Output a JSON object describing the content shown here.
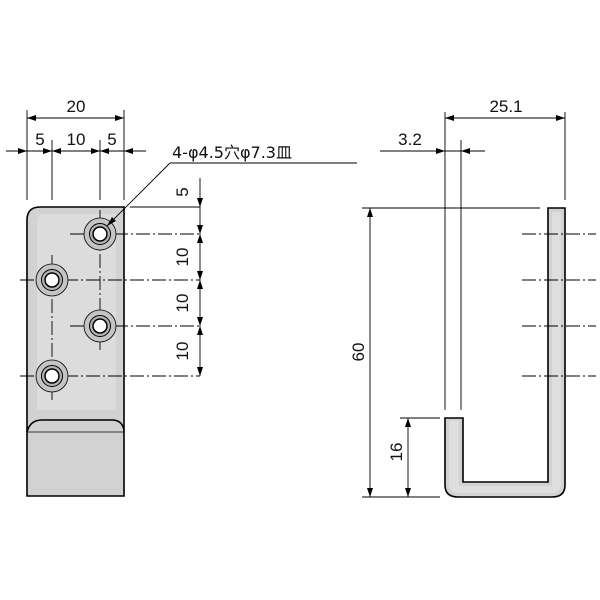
{
  "front_view": {
    "dims": {
      "width_total": "20",
      "seg_left": "5",
      "seg_mid": "10",
      "seg_right": "5",
      "pitch_top": "5",
      "pitch_1": "10",
      "pitch_2": "10",
      "pitch_3": "10"
    },
    "hole_note": "4-φ4.5穴φ7.3皿"
  },
  "side_view": {
    "dims": {
      "depth": "25.1",
      "thickness": "3.2",
      "height": "60",
      "lip": "16"
    }
  },
  "colors": {
    "line": "#000000",
    "part_fill": "#d2d2d2",
    "background": "#ffffff"
  }
}
